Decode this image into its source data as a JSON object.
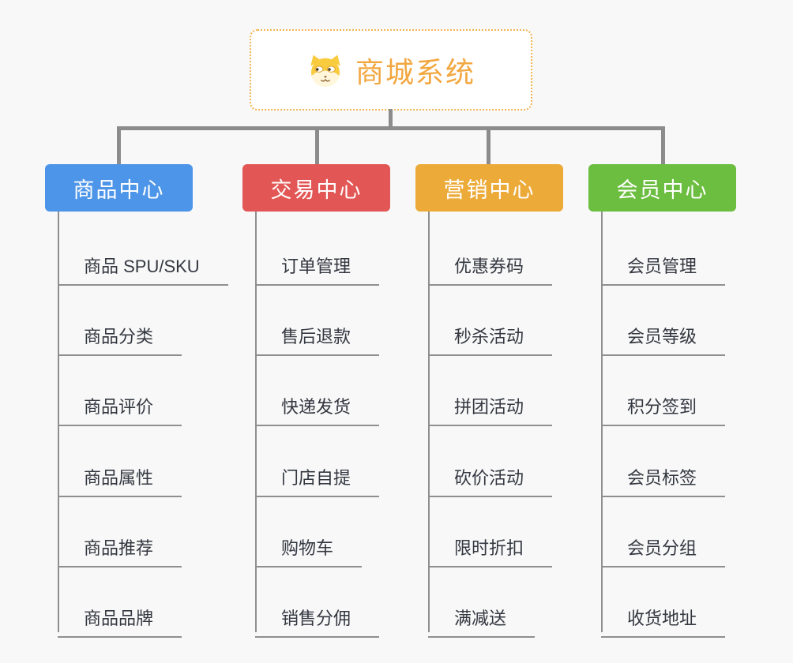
{
  "canvas": {
    "background_color": "#f8f8f8",
    "connector_color": "#8c8c8c"
  },
  "root": {
    "title": "商城系统",
    "icon": "shiba-dog-mascot-icon",
    "text_color": "#f2a740",
    "border_color": "#f3b353",
    "fill_color": "#ffffff"
  },
  "branches": [
    {
      "label": "商品中心",
      "color": "#4d95e8",
      "items": [
        "商品 SPU/SKU",
        "商品分类",
        "商品评价",
        "商品属性",
        "商品推荐",
        "商品品牌"
      ]
    },
    {
      "label": "交易中心",
      "color": "#e25755",
      "items": [
        "订单管理",
        "售后退款",
        "快递发货",
        "门店自提",
        "购物车",
        "销售分佣"
      ]
    },
    {
      "label": "营销中心",
      "color": "#ecaa38",
      "items": [
        "优惠券码",
        "秒杀活动",
        "拼团活动",
        "砍价活动",
        "限时折扣",
        "满减送"
      ]
    },
    {
      "label": "会员中心",
      "color": "#6cbe40",
      "items": [
        "会员管理",
        "会员等级",
        "积分签到",
        "会员标签",
        "会员分组",
        "收货地址"
      ]
    }
  ]
}
